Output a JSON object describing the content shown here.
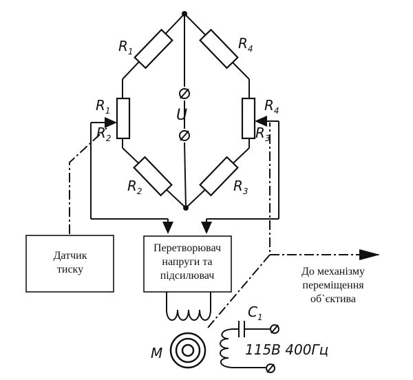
{
  "labels": {
    "r1_top": "R",
    "r1_top_sub": "1",
    "r4_top": "R",
    "r4_top_sub": "4",
    "r1_mid": "R",
    "r1_mid_sub": "1",
    "r2_mid": "R",
    "r2_mid_sub": "2",
    "r4_mid": "R",
    "r4_mid_sub": "4",
    "r3_mid": "R",
    "r3_mid_sub": "3",
    "r2_bot": "R",
    "r2_bot_sub": "2",
    "r3_bot": "R",
    "r3_bot_sub": "3",
    "u": "U",
    "c1": "C",
    "c1_sub": "1",
    "motor": "M",
    "supply": "115В 400Гц"
  },
  "blocks": {
    "sensor": [
      "Датчик",
      "тиску"
    ],
    "converter": [
      "Перетворювач",
      "напруги та",
      "підсилювач"
    ],
    "output": [
      "До механізму",
      "переміщення",
      "об`єктива"
    ]
  }
}
